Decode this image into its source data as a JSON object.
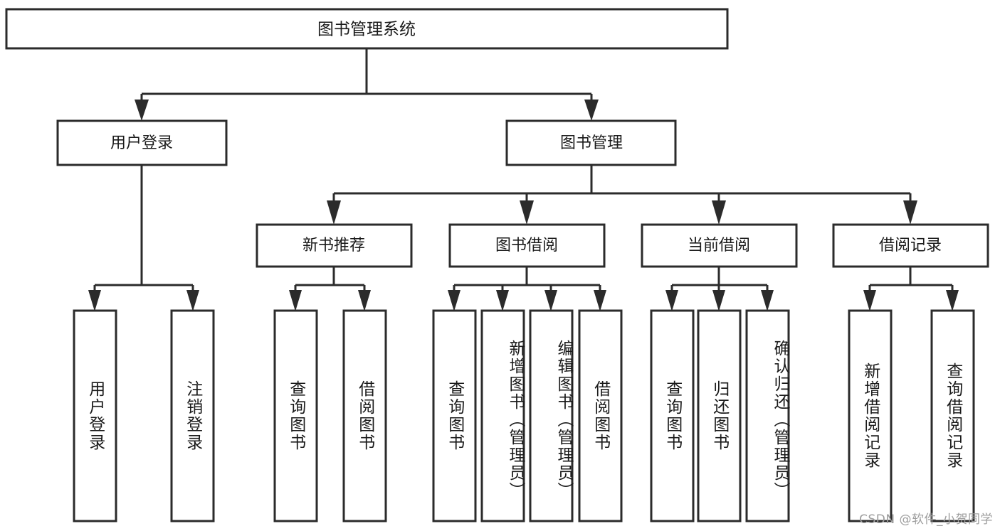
{
  "diagram": {
    "type": "tree",
    "title": "图书管理系统",
    "watermark": "CSDN @软件_小贺同学",
    "colors": {
      "stroke": "#2b2b2b",
      "fill": "#ffffff",
      "text": "#1a1a1a",
      "background": "#ffffff",
      "watermark": "#9d9d9d"
    },
    "nodes": {
      "root": {
        "label": "图书管理系统"
      },
      "level2": [
        {
          "id": "user-login",
          "label": "用户登录"
        },
        {
          "id": "book-manage",
          "label": "图书管理"
        }
      ],
      "level3": [
        {
          "id": "new-book-recommend",
          "label": "新书推荐"
        },
        {
          "id": "book-borrow",
          "label": "图书借阅"
        },
        {
          "id": "current-borrow",
          "label": "当前借阅"
        },
        {
          "id": "borrow-record",
          "label": "借阅记录"
        }
      ],
      "leaves": [
        {
          "id": "leaf-user-login",
          "label": "用户登录",
          "parent": "user-login"
        },
        {
          "id": "leaf-user-logout",
          "label": "注销登录",
          "parent": "user-login"
        },
        {
          "id": "leaf-query-book-1",
          "label": "查询图书",
          "parent": "new-book-recommend"
        },
        {
          "id": "leaf-borrow-book-1",
          "label": "借阅图书",
          "parent": "new-book-recommend"
        },
        {
          "id": "leaf-query-book-2",
          "label": "查询图书",
          "parent": "book-borrow"
        },
        {
          "id": "leaf-add-book",
          "label": "新增图书（管理员）",
          "parent": "book-borrow"
        },
        {
          "id": "leaf-edit-book",
          "label": "编辑图书（管理员）",
          "parent": "book-borrow"
        },
        {
          "id": "leaf-borrow-book-2",
          "label": "借阅图书",
          "parent": "book-borrow"
        },
        {
          "id": "leaf-query-book-3",
          "label": "查询图书",
          "parent": "current-borrow"
        },
        {
          "id": "leaf-return-book",
          "label": "归还图书",
          "parent": "current-borrow"
        },
        {
          "id": "leaf-confirm-return",
          "label": "确认归还（管理员）",
          "parent": "current-borrow"
        },
        {
          "id": "leaf-add-record",
          "label": "新增借阅记录",
          "parent": "borrow-record"
        },
        {
          "id": "leaf-query-record",
          "label": "查询借阅记录",
          "parent": "borrow-record"
        }
      ]
    }
  }
}
